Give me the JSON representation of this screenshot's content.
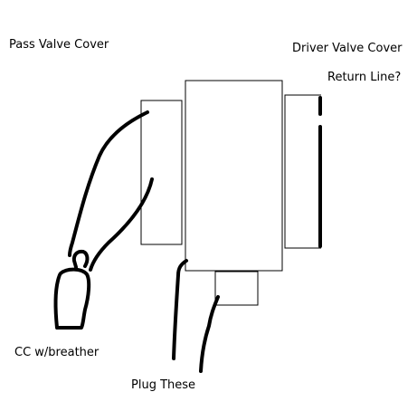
{
  "diagram": {
    "labels": {
      "pass_valve_cover": "Pass Valve Cover",
      "driver_valve_cover": "Driver Valve Cover",
      "return_line": "Return Line?",
      "cc_breather": "CC w/breather",
      "plug_these": "Plug These"
    },
    "colors": {
      "background": "#ffffff",
      "ink": "#000000"
    }
  }
}
